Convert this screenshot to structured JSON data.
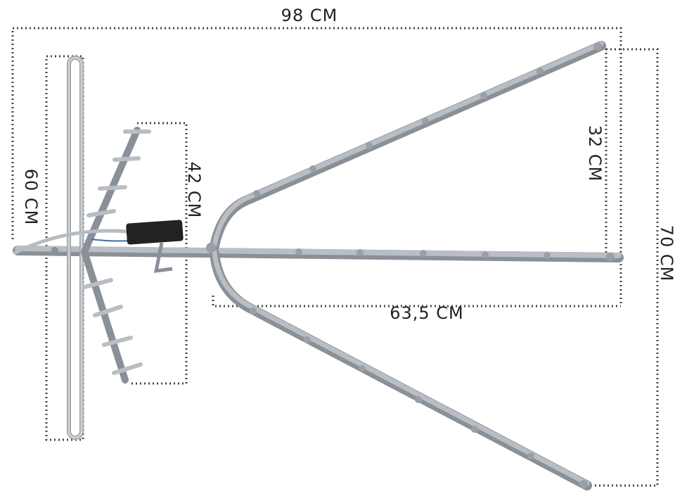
{
  "dimensions": {
    "overall_width": "98 CM",
    "dipole_height": "60 CM",
    "yagi_height": "42 CM",
    "upper_arm_height": "32 CM",
    "total_height": "70 CM",
    "boom_length": "63,5 CM"
  },
  "colors": {
    "aluminium": "#c3c8cd",
    "dimension_line": "#444444",
    "connector": "#222222"
  }
}
